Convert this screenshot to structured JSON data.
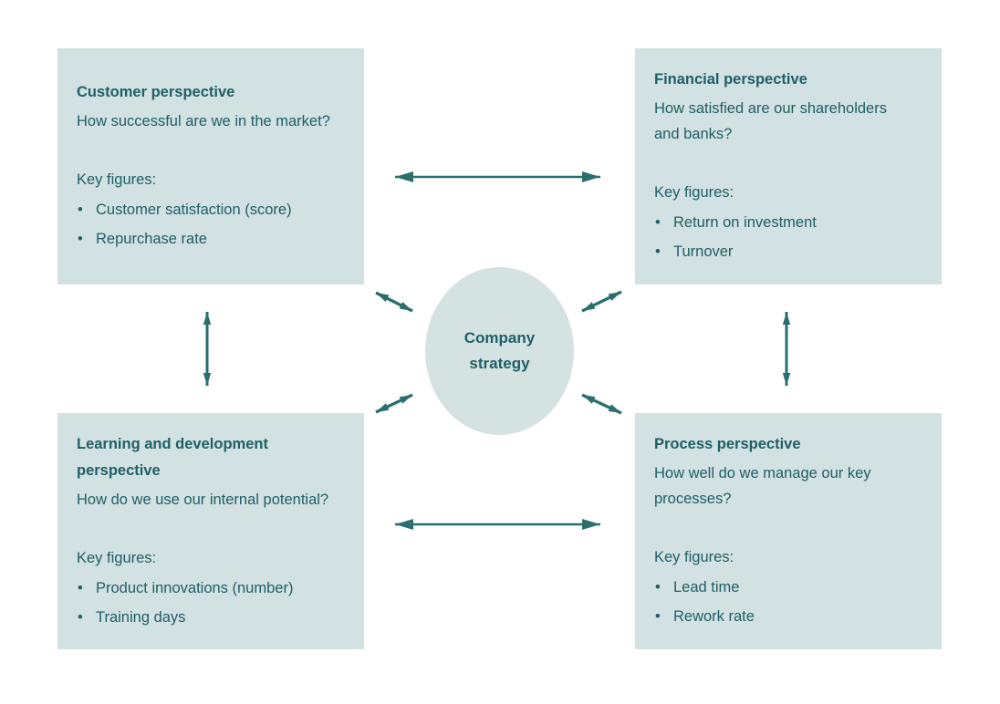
{
  "colors": {
    "page_bg": "#ffffff",
    "box_bg": "#d2e1e1",
    "circle_bg": "#d4e2e1",
    "text": "#1f5f66",
    "arrow": "#2a6e6e"
  },
  "bullet_glyph": "•",
  "center": {
    "label": "Company\nstrategy"
  },
  "quadrants": [
    {
      "title": "Customer perspective",
      "question": "How successful are we in the market?",
      "key_figures_label": "Key figures:",
      "key_figures": [
        "Customer satisfaction (score)",
        "Repurchase rate"
      ]
    },
    {
      "title": "Financial perspective",
      "question": "How satisfied are our shareholders\nand banks?",
      "key_figures_label": "Key figures:",
      "key_figures": [
        "Return on investment",
        "Turnover"
      ]
    },
    {
      "title": "Learning and development\nperspective",
      "question": "How do we use our internal potential?",
      "key_figures_label": "Key figures:",
      "key_figures": [
        "Product innovations (number)",
        "Training days"
      ]
    },
    {
      "title": "Process perspective",
      "question": "How well do we manage our key\nprocesses?",
      "key_figures_label": "Key figures:",
      "key_figures": [
        "Lead time",
        "Rework rate"
      ]
    }
  ]
}
